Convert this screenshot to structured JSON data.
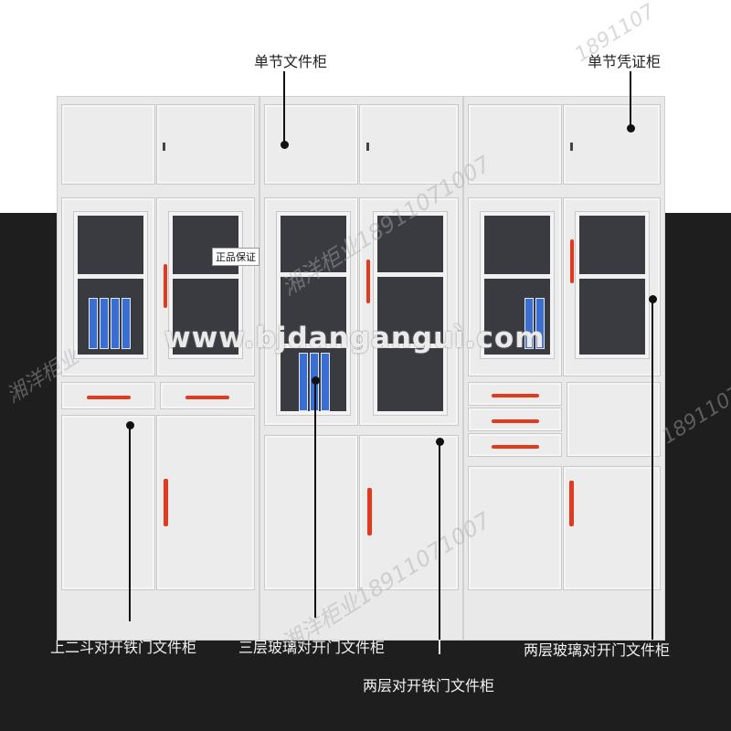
{
  "labels": {
    "single_file_cabinet": "单节文件柜",
    "single_voucher_cabinet": "单节凭证柜",
    "two_drawer_iron_door": "上二斗对开铁门文件柜",
    "three_layer_glass_door": "三层玻璃对开门文件柜",
    "two_layer_iron_door": "两层对开铁门文件柜",
    "two_layer_glass_door": "两层玻璃对开门文件柜"
  },
  "watermark": {
    "website": "www.bjdanganguì.com",
    "brand_phone": "湘洋柜业18911071007",
    "brand": "湘洋柜业",
    "phone": "18911071007",
    "phone_partial": "1891107"
  },
  "badge": "正品保证",
  "colors": {
    "handle": "#e23a1e",
    "background": "#1e1e1e",
    "cabinet": "#e9e9ea"
  }
}
